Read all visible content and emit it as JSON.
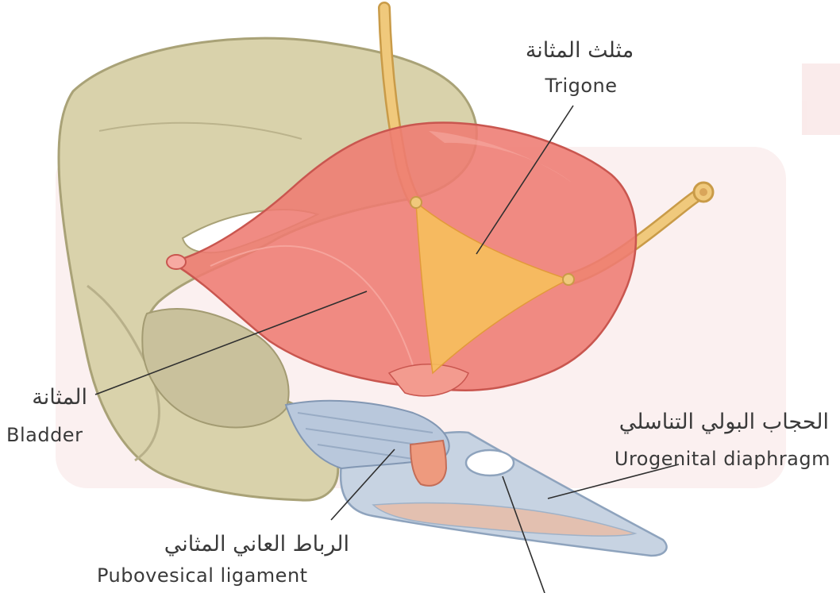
{
  "labels": {
    "trigone": {
      "ar": "مثلث المثانة",
      "en": "Trigone"
    },
    "bladder": {
      "ar": "المثانة",
      "en": "Bladder"
    },
    "urogenital_diaphragm": {
      "ar": "الحجاب البولي التناسلي",
      "en": "Urogenital diaphragm"
    },
    "pubovesical_ligament": {
      "ar": "الرباط العاني المثاني",
      "en": "Pubovesical ligament"
    }
  },
  "colors": {
    "bone": "#d9d2ab",
    "bone_shadow": "#a9a277",
    "bladder": "#ee7b72",
    "bladder_light": "#f7aaa2",
    "trigone": "#f7c25a",
    "ureter": "#e6b96a",
    "ligament": "#b9c8dc",
    "diaphragm": "#c7d3e2",
    "watermark": "#f6dede",
    "leader_line": "#2f2f2f",
    "label_text": "#3a3a3a"
  }
}
